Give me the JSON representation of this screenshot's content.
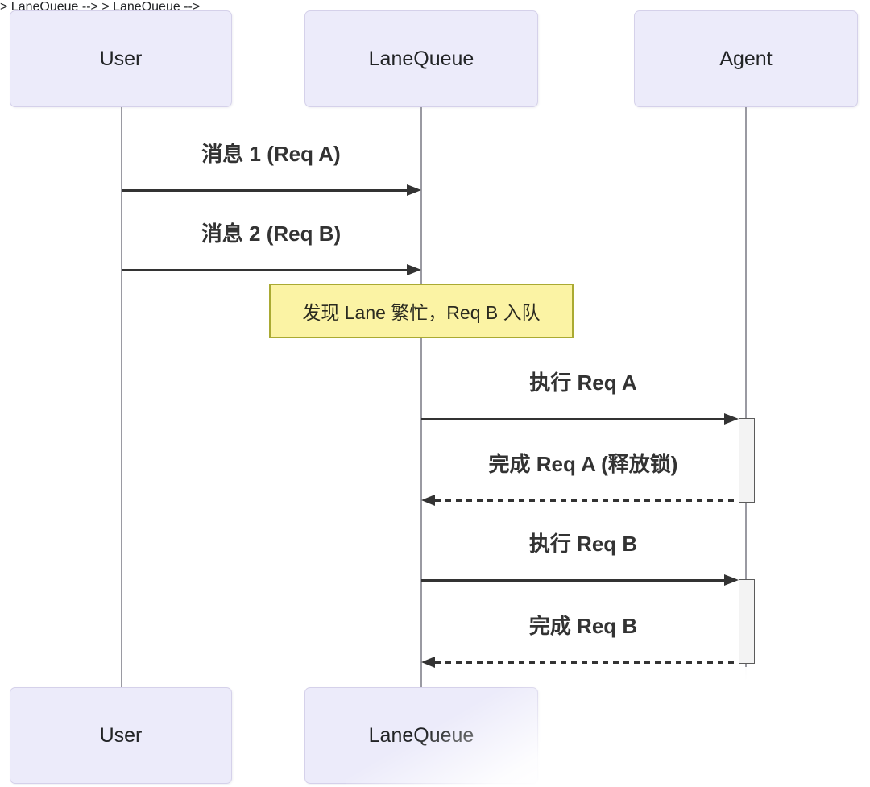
{
  "diagram_type": "sequence-diagram",
  "actors": {
    "top": [
      "User",
      "LaneQueue",
      "Agent"
    ],
    "bottom": [
      "User",
      "LaneQueue"
    ]
  },
  "messages": [
    {
      "from": "User",
      "to": "LaneQueue",
      "label": "消息 1 (Req A)",
      "line": "solid"
    },
    {
      "from": "User",
      "to": "LaneQueue",
      "label": "消息 2 (Req B)",
      "line": "solid"
    },
    {
      "from": "LaneQueue",
      "to": "Agent",
      "label": "执行 Req A",
      "line": "solid",
      "activates": true
    },
    {
      "from": "Agent",
      "to": "LaneQueue",
      "label": "完成 Req A (释放锁)",
      "line": "dashed"
    },
    {
      "from": "LaneQueue",
      "to": "Agent",
      "label": "执行 Req B",
      "line": "solid",
      "activates": true
    },
    {
      "from": "Agent",
      "to": "LaneQueue",
      "label": "完成 Req B",
      "line": "dashed"
    }
  ],
  "note": {
    "over": "LaneQueue",
    "label": "发现 Lane 繁忙，Req B 入队"
  },
  "colors": {
    "actor_fill": "#ECEBFA",
    "actor_border": "#D5D1EA",
    "note_fill": "#FBF3A4",
    "note_border": "#AAAA33",
    "line": "#333333",
    "lifeline": "#9A9AA2",
    "activation_fill": "#F3F3F3",
    "activation_border": "#5B5B5B",
    "text": "#222426"
  }
}
